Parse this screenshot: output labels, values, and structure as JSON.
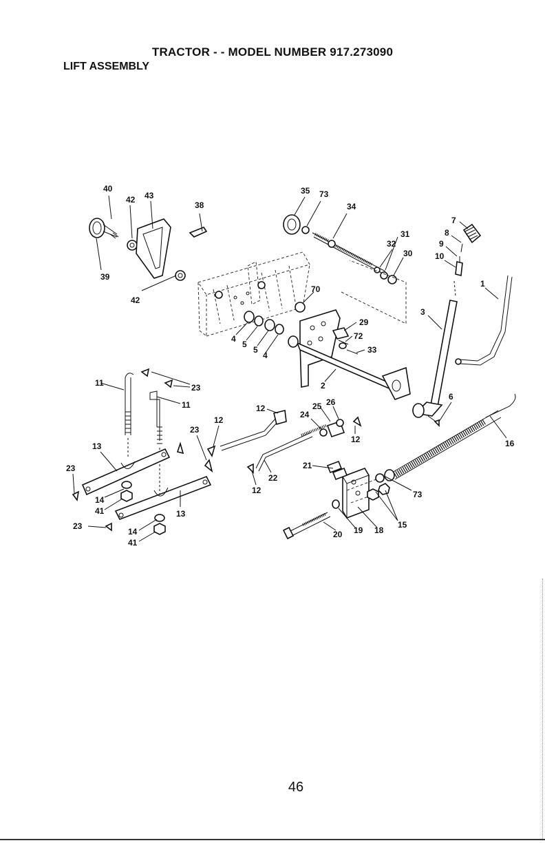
{
  "page": {
    "title": "TRACTOR - - MODEL NUMBER 917.273090",
    "section": "LIFT ASSEMBLY",
    "page_number": "46"
  },
  "callouts": [
    {
      "id": "c40",
      "text": "40"
    },
    {
      "id": "c42a",
      "text": "42"
    },
    {
      "id": "c43",
      "text": "43"
    },
    {
      "id": "c38",
      "text": "38"
    },
    {
      "id": "c39",
      "text": "39"
    },
    {
      "id": "c42b",
      "text": "42"
    },
    {
      "id": "c35",
      "text": "35"
    },
    {
      "id": "c73a",
      "text": "73"
    },
    {
      "id": "c34",
      "text": "34"
    },
    {
      "id": "c31",
      "text": "31"
    },
    {
      "id": "c32",
      "text": "32"
    },
    {
      "id": "c30",
      "text": "30"
    },
    {
      "id": "c7",
      "text": "7"
    },
    {
      "id": "c8",
      "text": "8"
    },
    {
      "id": "c9",
      "text": "9"
    },
    {
      "id": "c10",
      "text": "10"
    },
    {
      "id": "c1",
      "text": "1"
    },
    {
      "id": "c3",
      "text": "3"
    },
    {
      "id": "c70",
      "text": "70"
    },
    {
      "id": "c29",
      "text": "29"
    },
    {
      "id": "c72",
      "text": "72"
    },
    {
      "id": "c33",
      "text": "33"
    },
    {
      "id": "c4a",
      "text": "4"
    },
    {
      "id": "c5a",
      "text": "5"
    },
    {
      "id": "c5b",
      "text": "5"
    },
    {
      "id": "c4b",
      "text": "4"
    },
    {
      "id": "c2",
      "text": "2"
    },
    {
      "id": "c6",
      "text": "6"
    },
    {
      "id": "c16",
      "text": "16"
    },
    {
      "id": "c11a",
      "text": "11"
    },
    {
      "id": "c23a",
      "text": "23"
    },
    {
      "id": "c11b",
      "text": "11"
    },
    {
      "id": "c12a",
      "text": "12"
    },
    {
      "id": "c12b",
      "text": "12"
    },
    {
      "id": "c25",
      "text": "25"
    },
    {
      "id": "c26",
      "text": "26"
    },
    {
      "id": "c24",
      "text": "24"
    },
    {
      "id": "c12c",
      "text": "12"
    },
    {
      "id": "c23b",
      "text": "23"
    },
    {
      "id": "c13a",
      "text": "13"
    },
    {
      "id": "c23c",
      "text": "23"
    },
    {
      "id": "c21",
      "text": "21"
    },
    {
      "id": "c22",
      "text": "22"
    },
    {
      "id": "c12d",
      "text": "12"
    },
    {
      "id": "c73b",
      "text": "73"
    },
    {
      "id": "c14a",
      "text": "14"
    },
    {
      "id": "c41a",
      "text": "41"
    },
    {
      "id": "c13b",
      "text": "13"
    },
    {
      "id": "c23d",
      "text": "23"
    },
    {
      "id": "c14b",
      "text": "14"
    },
    {
      "id": "c41b",
      "text": "41"
    },
    {
      "id": "c15",
      "text": "15"
    },
    {
      "id": "c20",
      "text": "20"
    },
    {
      "id": "c19",
      "text": "19"
    },
    {
      "id": "c18",
      "text": "18"
    }
  ]
}
